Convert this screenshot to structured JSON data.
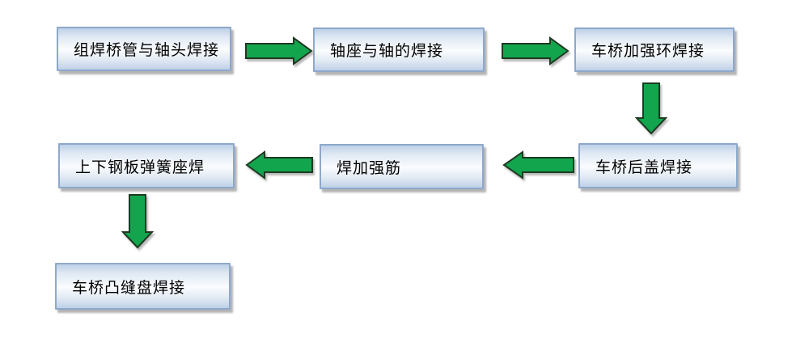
{
  "flowchart": {
    "description": "Axle welding process flow diagram",
    "nodes": [
      {
        "id": "weld-bridge-tube-axle-head",
        "label": "组焊桥管与轴头焊接"
      },
      {
        "id": "weld-axle-seat-and-axle",
        "label": "轴座与轴的焊接"
      },
      {
        "id": "weld-axle-reinforce-ring",
        "label": "车桥加强环焊接"
      },
      {
        "id": "weld-axle-rear-cover",
        "label": "车桥后盖焊接"
      },
      {
        "id": "weld-reinforce-rib",
        "label": "焊加强筋"
      },
      {
        "id": "weld-leaf-spring-seats",
        "label": "上下钢板弹簧座焊"
      },
      {
        "id": "weld-axle-flange-plate",
        "label": "车桥凸缝盘焊接"
      }
    ],
    "edges": [
      {
        "from": "weld-bridge-tube-axle-head",
        "to": "weld-axle-seat-and-axle",
        "direction": "right"
      },
      {
        "from": "weld-axle-seat-and-axle",
        "to": "weld-axle-reinforce-ring",
        "direction": "right"
      },
      {
        "from": "weld-axle-reinforce-ring",
        "to": "weld-axle-rear-cover",
        "direction": "down"
      },
      {
        "from": "weld-axle-rear-cover",
        "to": "weld-reinforce-rib",
        "direction": "left"
      },
      {
        "from": "weld-reinforce-rib",
        "to": "weld-leaf-spring-seats",
        "direction": "left"
      },
      {
        "from": "weld-leaf-spring-seats",
        "to": "weld-axle-flange-plate",
        "direction": "down"
      }
    ],
    "colors": {
      "arrow_fill": "#12A54E",
      "arrow_outline": "#1E3A22",
      "box_border": "#8EA8CC",
      "box_fill_top": "#BDD0E7",
      "box_fill_middle": "#FAFCFE",
      "box_fill_bottom": "#BFD1E8",
      "shadow": "#949494",
      "text": "#000000",
      "background": "#FFFFFF"
    }
  }
}
